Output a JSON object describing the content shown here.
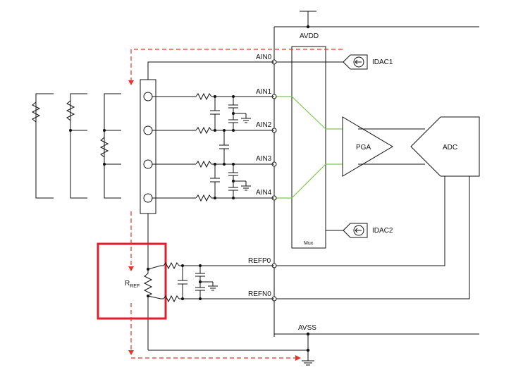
{
  "pins": {
    "avdd": "AVDD",
    "avss": "AVSS",
    "ain0": "AIN0",
    "ain1": "AIN1",
    "ain2": "AIN2",
    "ain3": "AIN3",
    "ain4": "AIN4",
    "refp0": "REFP0",
    "refn0": "REFN0"
  },
  "blocks": {
    "mux": "Mux",
    "pga": "PGA",
    "adc": "ADC",
    "idac1": "IDAC1",
    "idac2": "IDAC2"
  },
  "rref": {
    "main": "R",
    "sub": "REF"
  },
  "colors": {
    "wire": "#111111",
    "mux_path": "#7ec850",
    "current_path": "#e8332b",
    "highlight": "#e01e2e"
  }
}
